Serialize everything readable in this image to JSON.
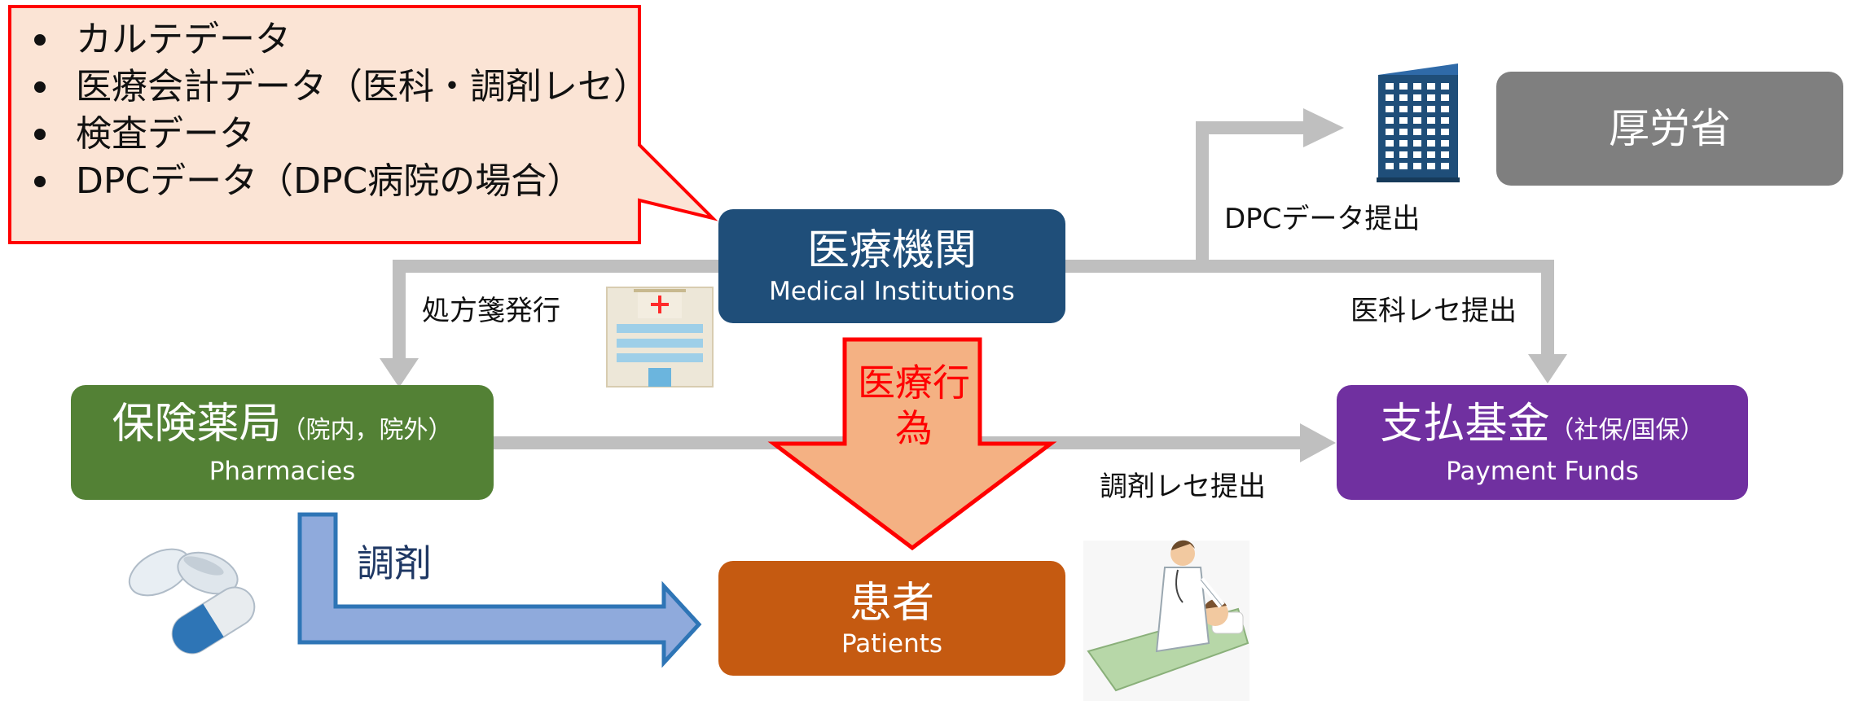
{
  "bubble": {
    "items": [
      "カルテデータ",
      "医療会計データ（医科・調剤レセ）",
      "検査データ",
      "DPCデータ（DPC病院の場合）"
    ]
  },
  "nodes": {
    "institutions": {
      "ja": "医療機関",
      "en": "Medical Institutions"
    },
    "pharmacies": {
      "ja": "保険薬局",
      "sub": "（院内，院外）",
      "en": "Pharmacies"
    },
    "payment": {
      "ja": "支払基金",
      "sub": "（社保/国保）",
      "en": "Payment Funds"
    },
    "patients": {
      "ja": "患者",
      "en": "Patients"
    },
    "mhlw": {
      "ja": "厚労省"
    }
  },
  "labels": {
    "prescription": "処方箋発行",
    "dpc_submit": "DPCデータ提出",
    "medical_claim": "医科レセ提出",
    "pharmacy_claim": "調剤レセ提出",
    "dispense": "調剤",
    "medical_act": "医療行為"
  },
  "colors": {
    "institutions": "#1f4e79",
    "pharmacies": "#538135",
    "payment": "#7030a0",
    "patients": "#c55a11",
    "mhlw": "#7f7f7f",
    "bubble_fill": "#fbe4d5",
    "bubble_border": "#ff0000",
    "connector": "#bfbfbf",
    "medical_act_fill": "#f4b183",
    "dispense_fill": "#8faadc",
    "dispense_border": "#2e75b6"
  },
  "icons": [
    "hospital-icon",
    "office-building-icon",
    "medicine-pills-icon",
    "doctor-patient-icon"
  ]
}
